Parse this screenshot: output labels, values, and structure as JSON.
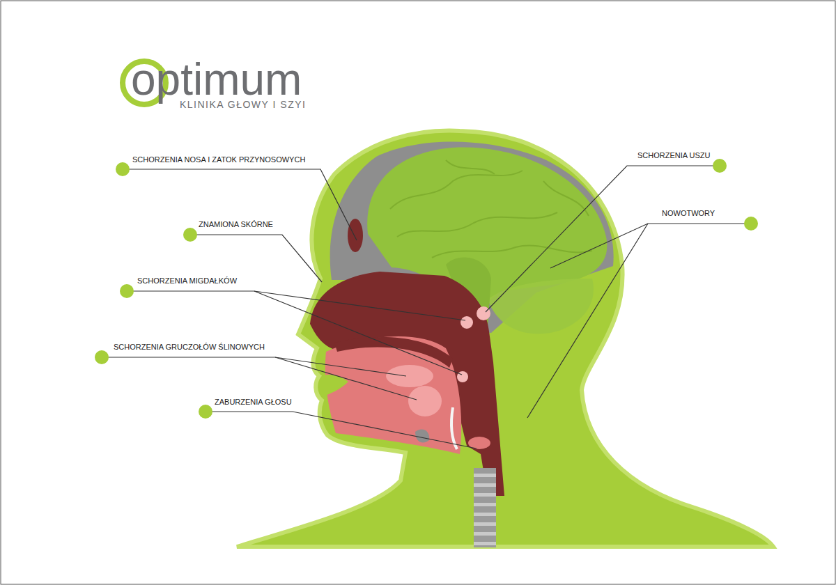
{
  "diagram": {
    "labels": [
      "optimum",
      "KLINIKA GŁOWY I SZYI",
      "SCHORZENIA NOSA I ZATOK PRZYNOSOWYCH",
      "SCHORZENIA USZU",
      "ZNAMIONA SKÓRNE",
      "NOWOTWORY",
      "SCHORZENIA MIGDAŁKÓW",
      "SCHORZENIA GRUCZOŁÓW ŚLINOWYCH",
      "ZABURZENIA GŁOSU"
    ]
  }
}
